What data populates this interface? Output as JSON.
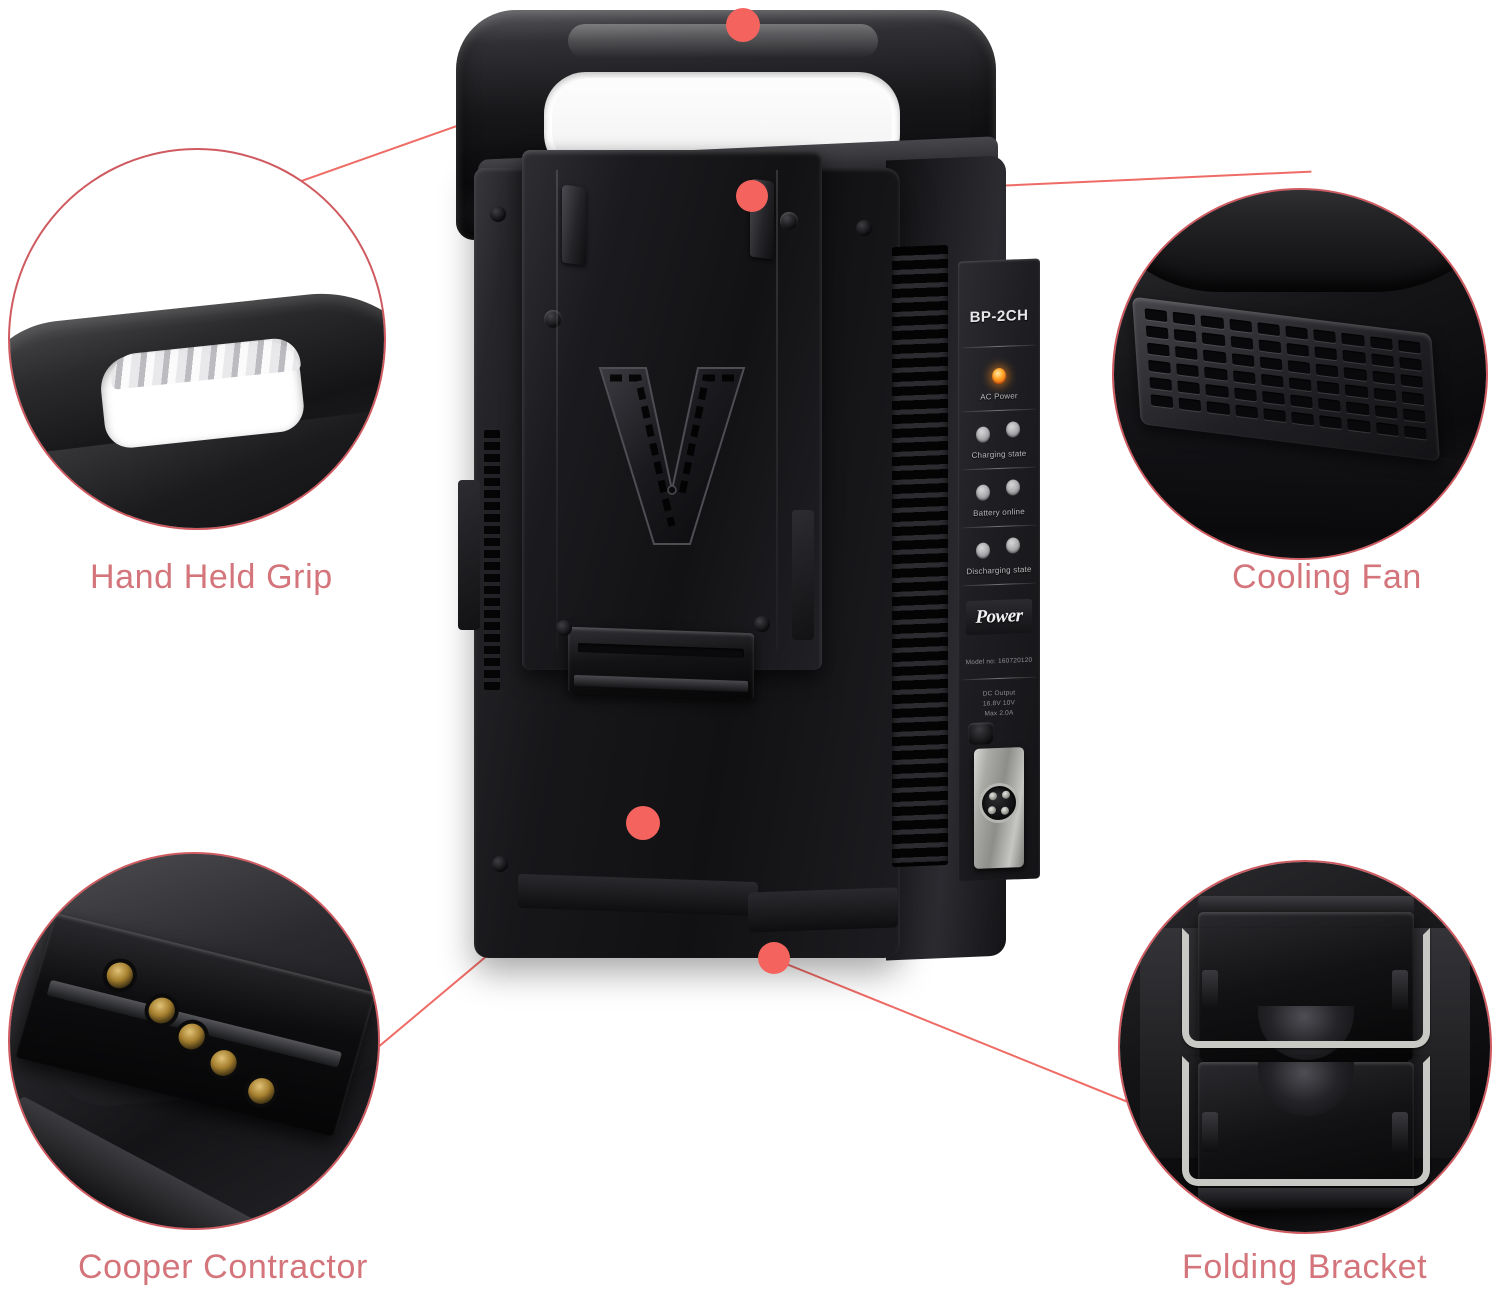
{
  "product": {
    "model": "BP-2CH",
    "brand": "Power",
    "panel": {
      "ac_power_label": "AC Power",
      "charging_state_label": "Charging state",
      "battery_online_label": "Battery online",
      "discharging_state_label": "Discharging state",
      "fine_print_model": "Model no: 160720120",
      "dc_output_line1": "DC Output",
      "dc_output_line2": "16.8V  10V",
      "dc_output_line3": "Max 2.0A"
    },
    "colors": {
      "accent": "#ef6b66",
      "dot": "#f4635e",
      "label_text": "#d4757c",
      "circle_border": "#cf5a60",
      "led_on": "#ffa92b",
      "led_off": "#a9a9ac",
      "body_dark": "#141417"
    }
  },
  "callouts": [
    {
      "id": "hand-held-grip",
      "label": "Hand Held Grip"
    },
    {
      "id": "cooling-fan",
      "label": "Cooling Fan"
    },
    {
      "id": "cooper-contractor",
      "label": "Cooper Contractor"
    },
    {
      "id": "folding-bracket",
      "label": "Folding Bracket"
    }
  ]
}
